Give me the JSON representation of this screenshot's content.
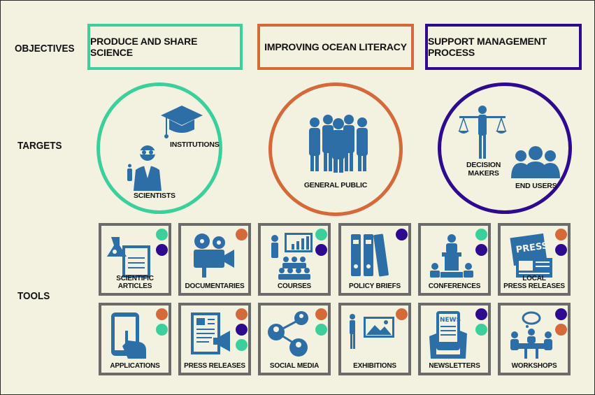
{
  "labels": {
    "objectives": "OBJECTIVES",
    "targets": "TARGETS",
    "tools": "TOOLS"
  },
  "colors": {
    "science": "#3bcf9c",
    "literacy": "#d4693a",
    "management": "#2e0b8e",
    "icon": "#2e6ea6",
    "tool_border": "#6b6b6b",
    "background": "#f3f2e1"
  },
  "objectives": [
    {
      "text": "PRODUCE AND SHARE SCIENCE",
      "color": "#3bcf9c"
    },
    {
      "text": "IMPROVING OCEAN LITERACY",
      "color": "#d4693a"
    },
    {
      "text": "SUPPORT MANAGEMENT PROCESS",
      "color": "#2e0b8e"
    }
  ],
  "targets": {
    "science": {
      "labels": [
        "INSTITUTIONS",
        "SCIENTISTS"
      ],
      "icons": [
        "graduation-cap-icon",
        "scientist-icon"
      ]
    },
    "literacy": {
      "labels": [
        "GENERAL PUBLIC"
      ],
      "icons": [
        "crowd-icon"
      ]
    },
    "management": {
      "labels": [
        "DECISION",
        "MAKERS",
        "END USERS"
      ],
      "icons": [
        "scales-person-icon",
        "users-group-icon"
      ]
    }
  },
  "tools": [
    {
      "name": [
        "SCIENTIFIC ARTICLES"
      ],
      "icon": "flask-document-icon",
      "dots": [
        "#3bcf9c",
        "#2e0b8e"
      ]
    },
    {
      "name": [
        "DOCUMENTARIES"
      ],
      "icon": "film-camera-icon",
      "dots": [
        "#d4693a"
      ]
    },
    {
      "name": [
        "COURSES"
      ],
      "icon": "lecture-icon",
      "dots": [
        "#3bcf9c",
        "#2e0b8e"
      ]
    },
    {
      "name": [
        "POLICY BRIEFS"
      ],
      "icon": "binders-icon",
      "dots": [
        "#2e0b8e"
      ]
    },
    {
      "name": [
        "CONFERENCES"
      ],
      "icon": "podium-icon",
      "dots": [
        "#3bcf9c",
        "#2e0b8e"
      ]
    },
    {
      "name": [
        "LOCAL",
        "PRESS RELEASES"
      ],
      "icon": "newspaper-press-icon",
      "dots": [
        "#d4693a",
        "#2e0b8e"
      ]
    },
    {
      "name": [
        "APPLICATIONS"
      ],
      "icon": "tablet-touch-icon",
      "dots": [
        "#d4693a",
        "#3bcf9c"
      ]
    },
    {
      "name": [
        "PRESS RELEASES"
      ],
      "icon": "document-megaphone-icon",
      "dots": [
        "#d4693a",
        "#2e0b8e",
        "#3bcf9c"
      ]
    },
    {
      "name": [
        "SOCIAL MEDIA"
      ],
      "icon": "network-icon",
      "dots": [
        "#d4693a",
        "#3bcf9c"
      ]
    },
    {
      "name": [
        "EXHIBITIONS"
      ],
      "icon": "gallery-icon",
      "dots": [
        "#d4693a"
      ]
    },
    {
      "name": [
        "NEWSLETTERS"
      ],
      "icon": "news-tablet-icon",
      "dots": [
        "#2e0b8e",
        "#3bcf9c"
      ]
    },
    {
      "name": [
        "WORKSHOPS"
      ],
      "icon": "discussion-table-icon",
      "dots": [
        "#2e0b8e",
        "#d4693a"
      ]
    }
  ]
}
